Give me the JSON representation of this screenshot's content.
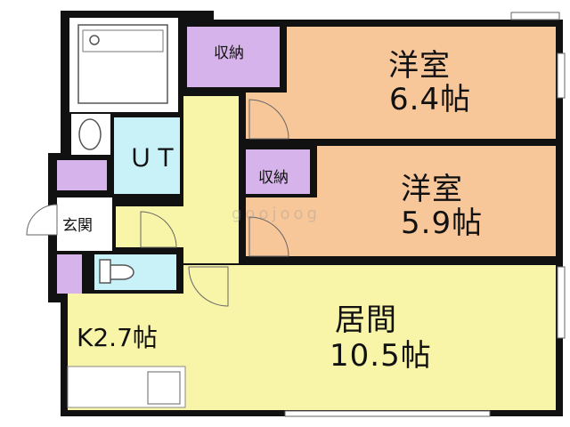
{
  "colors": {
    "wall": "#111111",
    "western_room": "#f7c79a",
    "living": "#f8f5a8",
    "storage": "#d6b3ea",
    "wet_area": "#c8f2f8",
    "white": "#ffffff"
  },
  "rooms": {
    "western_room_1": {
      "name": "洋室",
      "size": "6.4帖"
    },
    "western_room_2": {
      "name": "洋室",
      "size": "5.9帖"
    },
    "living": {
      "name": "居間",
      "size": "10.5帖"
    },
    "kitchen": {
      "size": "K2.7帖"
    },
    "storage_1": {
      "name": "収納"
    },
    "storage_2": {
      "name": "収納"
    },
    "unit_bath": {
      "name": "ＵＴ"
    },
    "entrance": {
      "name": "玄関"
    }
  },
  "watermark": "goojoog"
}
